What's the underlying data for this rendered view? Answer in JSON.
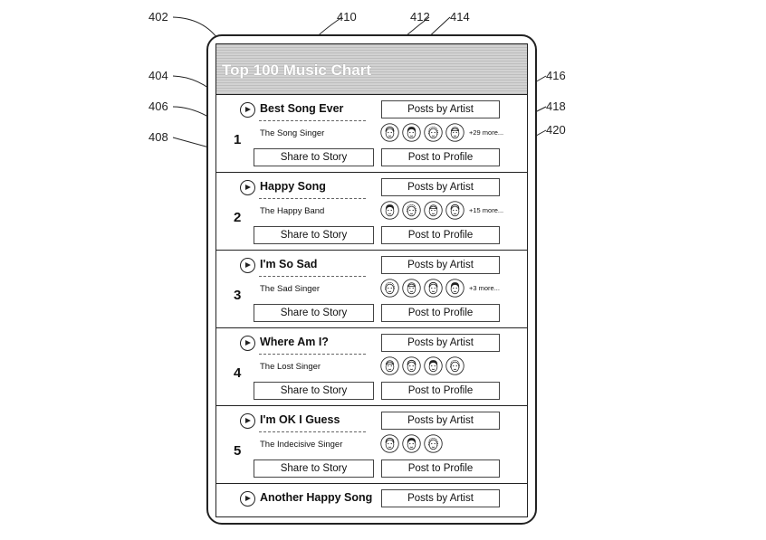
{
  "app": {
    "title": "Top 100 Music Chart"
  },
  "labels": {
    "posts_by_artist": "Posts by Artist",
    "share_to_story": "Share to Story",
    "post_to_profile": "Post to Profile"
  },
  "reference_numerals": [
    "402",
    "404",
    "406",
    "408",
    "410",
    "412",
    "414",
    "416",
    "418",
    "420"
  ],
  "entries": [
    {
      "rank": "1",
      "song": "Best Song Ever",
      "artist": "The Song Singer",
      "avatar_count": 4,
      "more": "+29 more..."
    },
    {
      "rank": "2",
      "song": "Happy Song",
      "artist": "The Happy Band",
      "avatar_count": 4,
      "more": "+15 more..."
    },
    {
      "rank": "3",
      "song": "I'm So Sad",
      "artist": "The Sad Singer",
      "avatar_count": 4,
      "more": "+3 more..."
    },
    {
      "rank": "4",
      "song": "Where Am I?",
      "artist": "The Lost Singer",
      "avatar_count": 4,
      "more": ""
    },
    {
      "rank": "5",
      "song": "I'm OK I Guess",
      "artist": "The Indecisive Singer",
      "avatar_count": 3,
      "more": ""
    },
    {
      "rank": "",
      "song": "Another Happy Song",
      "artist": "",
      "avatar_count": 0,
      "more": ""
    }
  ],
  "icons": {
    "play": "play-icon",
    "avatar": "face-avatar-icon"
  }
}
